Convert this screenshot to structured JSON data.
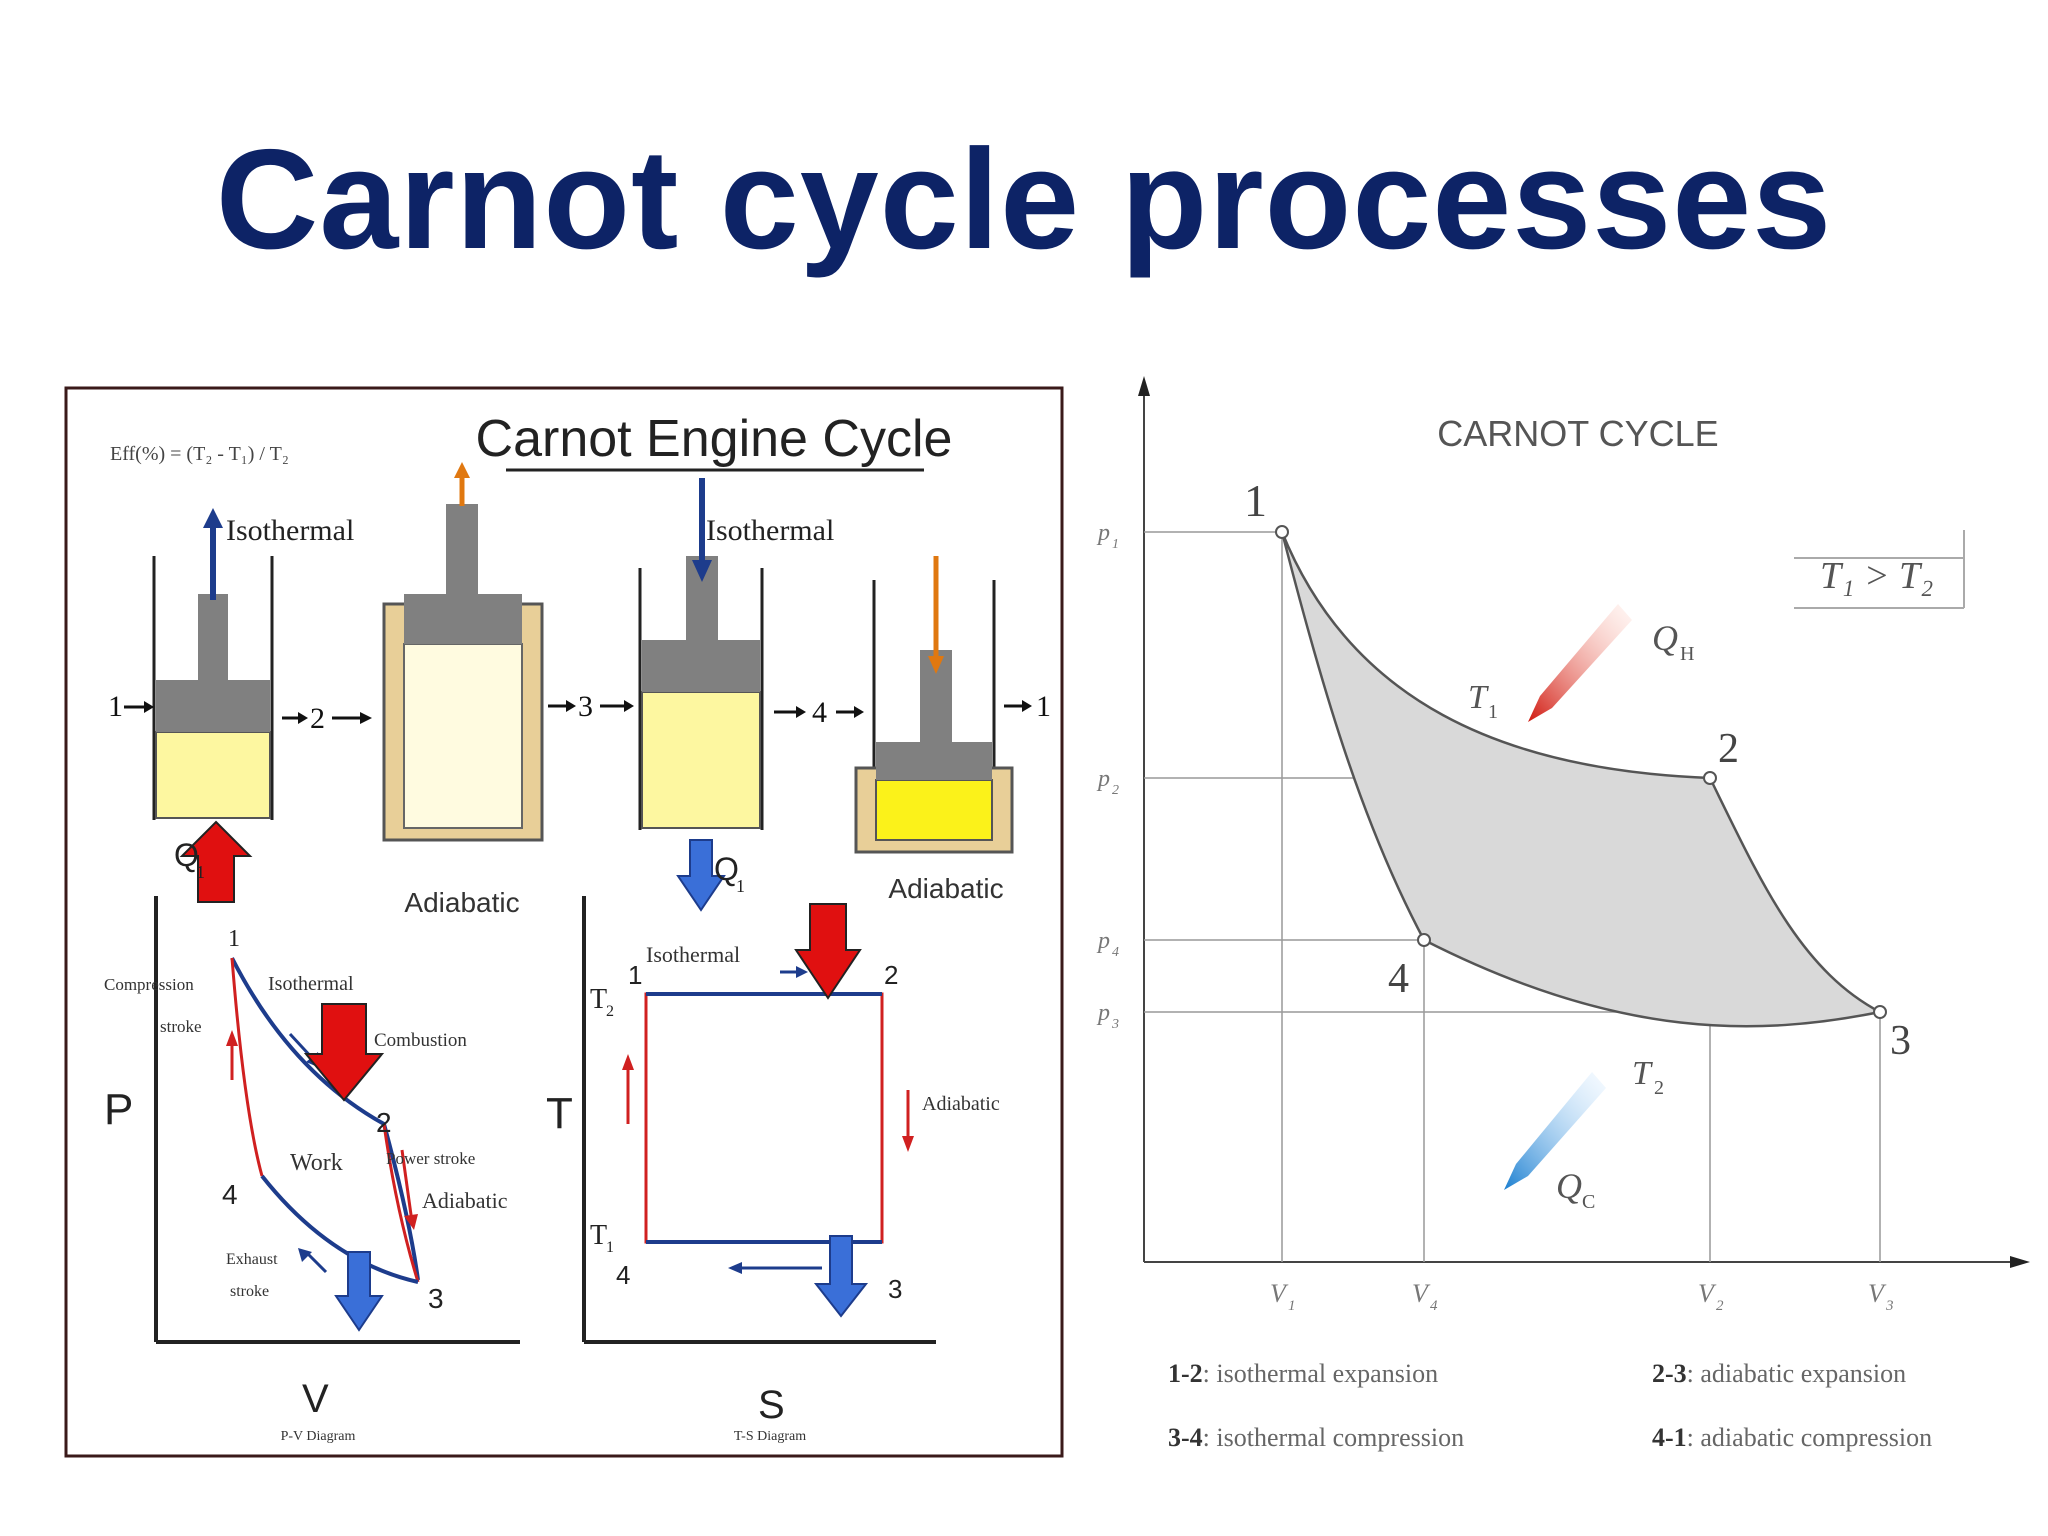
{
  "slide": {
    "title": "Carnot cycle processes"
  },
  "engine_panel": {
    "title": "Carnot Engine Cycle",
    "efficiency_formula": "Eff(%) = (T₂ - T₁) / T₂",
    "stage_labels": [
      "1",
      "2",
      "3",
      "4",
      "1"
    ],
    "stroke_labels": {
      "isothermal_1": "Isothermal",
      "isothermal_2": "Isothermal",
      "adiabatic_1": "Adiabatic",
      "adiabatic_2": "Adiabatic"
    },
    "heat_in": "Q",
    "heat_in_sub": "1",
    "heat_out": "Q",
    "heat_out_sub": "1",
    "pv": {
      "axis_y": "P",
      "axis_x": "V",
      "caption": "P-V Diagram",
      "labels": {
        "compression": "Compression",
        "compression_2": "stroke",
        "isothermal": "Isothermal",
        "combustion": "Combustion",
        "work": "Work",
        "power": "Power stroke",
        "adiabatic": "Adiabatic",
        "exhaust": "Exhaust",
        "exhaust_2": "stroke"
      },
      "points": [
        "1",
        "2",
        "3",
        "4"
      ]
    },
    "ts": {
      "axis_y": "T",
      "axis_x": "S",
      "caption": "T-S Diagram",
      "labels": {
        "isothermal": "Isothermal",
        "adiabatic": "Adiabatic",
        "t2": "T",
        "t2_sub": "2",
        "t1": "T",
        "t1_sub": "1"
      },
      "points": [
        "1",
        "2",
        "3",
        "4"
      ]
    }
  },
  "pv_chart": {
    "title": "CARNOT CYCLE",
    "condition": "T₁ > T₂",
    "heat_in": "Q",
    "heat_in_sub": "H",
    "heat_out": "Q",
    "heat_out_sub": "C",
    "iso_hot": "T",
    "iso_hot_sub": "1",
    "iso_cold": "T",
    "iso_cold_sub": "2",
    "points": [
      "1",
      "2",
      "3",
      "4"
    ],
    "p_ticks": [
      {
        "label": "p",
        "sub": "1"
      },
      {
        "label": "p",
        "sub": "2"
      },
      {
        "label": "p",
        "sub": "4"
      },
      {
        "label": "p",
        "sub": "3"
      }
    ],
    "v_ticks": [
      {
        "label": "V",
        "sub": "1"
      },
      {
        "label": "V",
        "sub": "4"
      },
      {
        "label": "V",
        "sub": "2"
      },
      {
        "label": "V",
        "sub": "3"
      }
    ],
    "legend": [
      {
        "key": "1-2",
        "text": ": isothermal expansion"
      },
      {
        "key": "2-3",
        "text": ": adiabatic expansion"
      },
      {
        "key": "3-4",
        "text": ": isothermal compression"
      },
      {
        "key": "4-1",
        "text": ": adiabatic compression"
      }
    ]
  },
  "colors": {
    "title": "#0d2366",
    "gas": "#fdf7a0",
    "piston": "#808080",
    "heat_in": "#e01010",
    "heat_out": "#3a6fd8",
    "cycle_fill": "#d9d9d9"
  }
}
